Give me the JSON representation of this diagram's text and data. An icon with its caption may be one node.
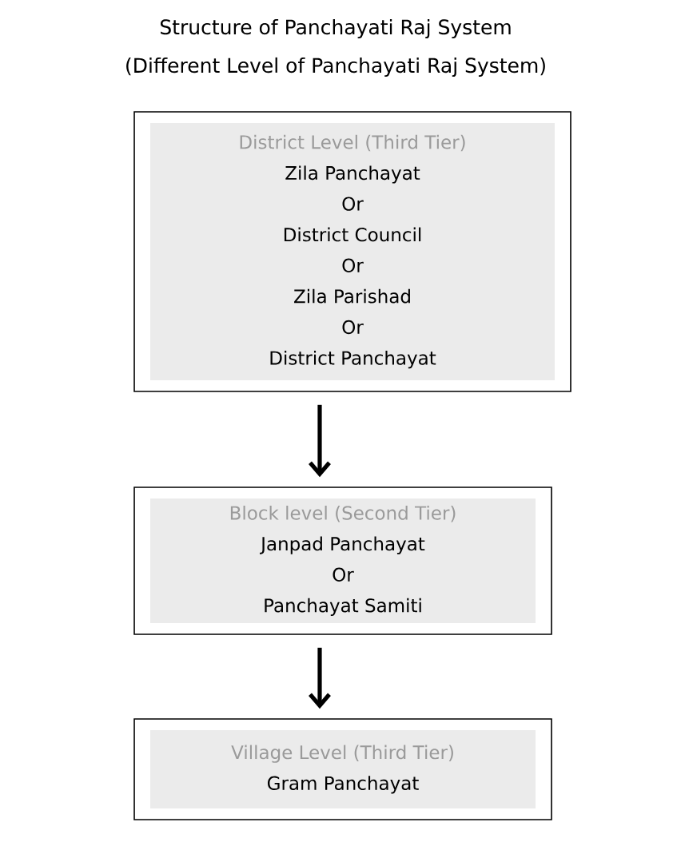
{
  "diagram": {
    "title": "Structure of Panchayati Raj System",
    "labels": [
      "(Different Level of Panchayati Raj System)"
    ],
    "nodes": [
      {
        "text": [
          "District Level (Third Tier)",
          "Zila Panchayat",
          "Or",
          "District Council",
          "Or",
          "Zila Parishad",
          "Or",
          "District Panchayat"
        ]
      },
      {
        "text": [
          "Block level (Second Tier)",
          "Janpad Panchayat",
          "Or",
          "Panchayat Samiti"
        ]
      },
      {
        "text": [
          "Village Level (Third Tier)",
          "Gram Panchayat"
        ]
      }
    ],
    "edges": [
      {
        "from": 0,
        "to": 1,
        "arrow": "to"
      },
      {
        "from": 1,
        "to": 2,
        "arrow": "to"
      }
    ]
  }
}
